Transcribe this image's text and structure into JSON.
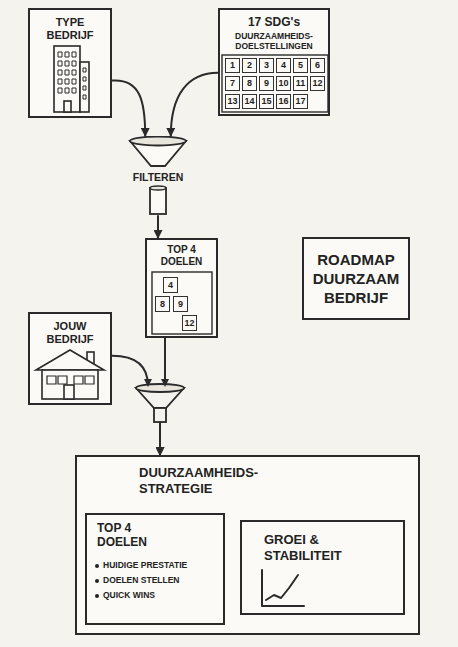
{
  "diagram": {
    "title": "ROADMAP DUURZAAM BEDRIJF",
    "nodes": [
      {
        "text": [
          "TYPE BEDRIJF"
        ]
      },
      {
        "text": [
          "17 SDG's",
          "DUURZAAMHEIDS-DOELSTELLINGEN"
        ]
      },
      {
        "text": [
          "1"
        ],
        "in": 1
      },
      {
        "text": [
          "2"
        ],
        "in": 1
      },
      {
        "text": [
          "3"
        ],
        "in": 1
      },
      {
        "text": [
          "4"
        ],
        "in": 1
      },
      {
        "text": [
          "5"
        ],
        "in": 1
      },
      {
        "text": [
          "6"
        ],
        "in": 1
      },
      {
        "text": [
          "7"
        ],
        "in": 1
      },
      {
        "text": [
          "8"
        ],
        "in": 1
      },
      {
        "text": [
          "9"
        ],
        "in": 1
      },
      {
        "text": [
          "10"
        ],
        "in": 1
      },
      {
        "text": [
          "11"
        ],
        "in": 1
      },
      {
        "text": [
          "12"
        ],
        "in": 1
      },
      {
        "text": [
          "13"
        ],
        "in": 1
      },
      {
        "text": [
          "14"
        ],
        "in": 1
      },
      {
        "text": [
          "15"
        ],
        "in": 1
      },
      {
        "text": [
          "16"
        ],
        "in": 1
      },
      {
        "text": [
          "17"
        ],
        "in": 1
      },
      {
        "text": [
          "FILTEREN"
        ]
      },
      {
        "text": [
          "TOP 4 DOELEN"
        ]
      },
      {
        "text": [
          "4"
        ],
        "in": 20
      },
      {
        "text": [
          "8"
        ],
        "in": 20
      },
      {
        "text": [
          "9"
        ],
        "in": 20
      },
      {
        "text": [
          "12"
        ],
        "in": 20
      },
      {
        "text": [
          "JOUW BEDRIJF"
        ]
      },
      {
        "text": [
          "DUURZAAMHEIDS-STRATEGIE"
        ]
      },
      {
        "text": [
          "TOP 4 DOELEN",
          "HUIDIGE PRESTATIE",
          "DOELEN STELLEN",
          "QUICK WINS"
        ],
        "in": 26
      },
      {
        "text": [
          "GROEI & STABILITEIT"
        ],
        "in": 26
      }
    ],
    "edges": [
      {
        "from": 0,
        "to": 19,
        "arrow": "to"
      },
      {
        "from": 1,
        "to": 19,
        "arrow": "to"
      },
      {
        "from": 19,
        "to": 20,
        "arrow": "to"
      },
      {
        "from": 25,
        "to": 26,
        "arrow": "to"
      },
      {
        "from": 20,
        "to": 26,
        "arrow": "to"
      },
      {
        "from": 27,
        "to": 28,
        "arrow": "to"
      }
    ]
  }
}
